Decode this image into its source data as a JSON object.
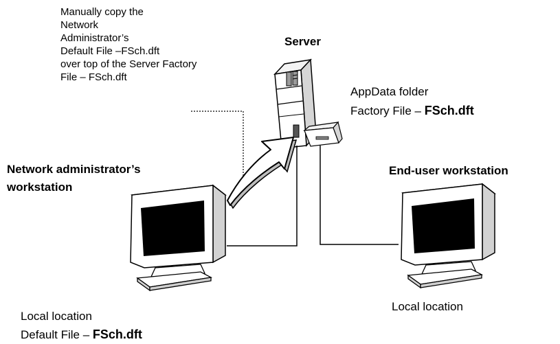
{
  "note": {
    "lines": [
      "Manually copy the",
      "Network",
      "Administrator’s",
      "Default File –FSch.dft",
      "over top of the Server Factory",
      "File – FSch.dft"
    ]
  },
  "server": {
    "title": "Server",
    "folder": "AppData folder",
    "file_prefix": "Factory File – ",
    "file_name": "FSch.dft"
  },
  "admin": {
    "title_line1": "Network administrator’s",
    "title_line2": "workstation",
    "location": "Local location",
    "file_prefix": "Default File – ",
    "file_name": "FSch.dft"
  },
  "enduser": {
    "title": "End-user workstation",
    "location": "Local location"
  }
}
